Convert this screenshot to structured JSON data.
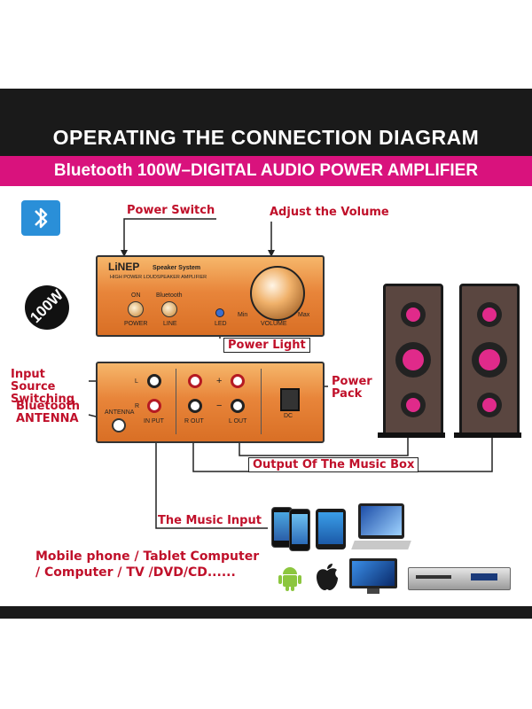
{
  "header": {
    "title": "OPERATING THE CONNECTION DIAGRAM",
    "subtitle": "Bluetooth 100W–DIGITAL AUDIO POWER AMPLIFIER"
  },
  "badge": {
    "power_text": "100W",
    "bluetooth_icon": "bluetooth-icon"
  },
  "labels": {
    "power_switch": "Power Switch",
    "adjust_volume": "Adjust the Volume",
    "power_light": "Power Light",
    "input_switching": "Input Source Switching",
    "bluetooth_antenna": "Bluetooth ANTENNA",
    "power_pack": "Power Pack",
    "output_music_box": "Output Of The Music Box",
    "music_input": "The Music Input",
    "devices_line1": "Mobile phone / Tablet Computer",
    "devices_line2": "/ Computer / TV /DVD/CD......"
  },
  "front_panel": {
    "brand": "LiNEP",
    "brand_sub": "Speaker System",
    "model": "HIGH POWER LOUDSPEAKER AMPLIFIER",
    "on": "ON",
    "power": "POWER",
    "bluetooth": "Bluetooth",
    "line": "LINE",
    "led": "LED",
    "min": "Min",
    "max": "Max",
    "volume": "VOLUME"
  },
  "rear_panel": {
    "l": "L",
    "r": "R",
    "plus": "+",
    "minus": "−",
    "input": "IN PUT",
    "r_out": "R OUT",
    "l_out": "L OUT",
    "antenna": "ANTENNA",
    "dc": "DC"
  },
  "colors": {
    "accent": "#d9127d",
    "label_red": "#c0102a",
    "panel": "#e88a3a",
    "speaker": "#5a4640"
  }
}
